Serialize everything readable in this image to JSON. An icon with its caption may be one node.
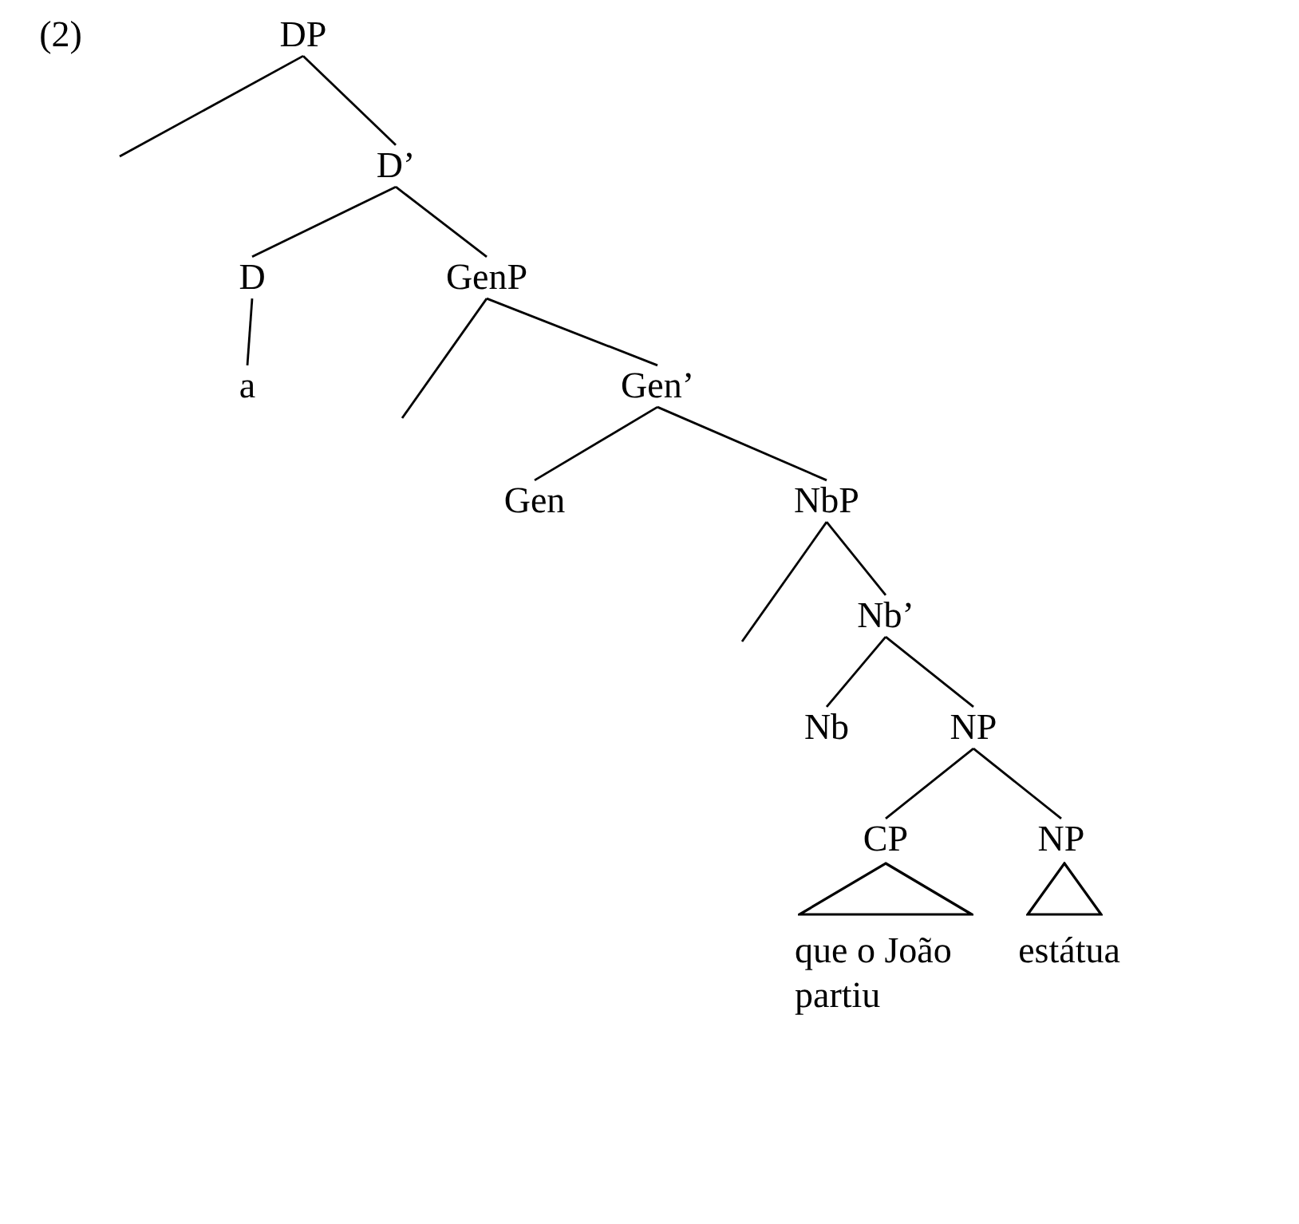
{
  "diagram": {
    "nodes": [
      {
        "text": [
          "DP"
        ]
      },
      {
        "text": [
          "D’"
        ]
      },
      {
        "text": [
          "D"
        ]
      },
      {
        "text": [
          "GenP"
        ]
      },
      {
        "text": [
          "a"
        ]
      },
      {
        "text": [
          "Gen’"
        ]
      },
      {
        "text": [
          "Gen"
        ]
      },
      {
        "text": [
          "NbP"
        ]
      },
      {
        "text": [
          "Nb’"
        ]
      },
      {
        "text": [
          "Nb"
        ]
      },
      {
        "text": [
          "NP"
        ]
      },
      {
        "text": [
          "CP"
        ]
      },
      {
        "text": [
          "NP"
        ]
      },
      {
        "text": [],
        "shape": "triangle"
      },
      {
        "text": [],
        "shape": "triangle"
      },
      {
        "text": [
          "que o João partiu"
        ]
      },
      {
        "text": [
          "estátua"
        ]
      }
    ],
    "edges": [
      {
        "from": 0,
        "to": null,
        "arrow": "none"
      },
      {
        "from": 0,
        "to": 1,
        "arrow": "none"
      },
      {
        "from": 1,
        "to": 2,
        "arrow": "none"
      },
      {
        "from": 1,
        "to": 3,
        "arrow": "none"
      },
      {
        "from": 2,
        "to": 4,
        "arrow": "none"
      },
      {
        "from": 3,
        "to": null,
        "arrow": "none"
      },
      {
        "from": 3,
        "to": 5,
        "arrow": "none"
      },
      {
        "from": 5,
        "to": 6,
        "arrow": "none"
      },
      {
        "from": 5,
        "to": 7,
        "arrow": "none"
      },
      {
        "from": 7,
        "to": null,
        "arrow": "none"
      },
      {
        "from": 7,
        "to": 8,
        "arrow": "none"
      },
      {
        "from": 8,
        "to": 9,
        "arrow": "none"
      },
      {
        "from": 8,
        "to": 10,
        "arrow": "none"
      },
      {
        "from": 10,
        "to": 11,
        "arrow": "none"
      },
      {
        "from": 10,
        "to": 12,
        "arrow": "none"
      }
    ],
    "labels": [
      "(2)"
    ]
  }
}
